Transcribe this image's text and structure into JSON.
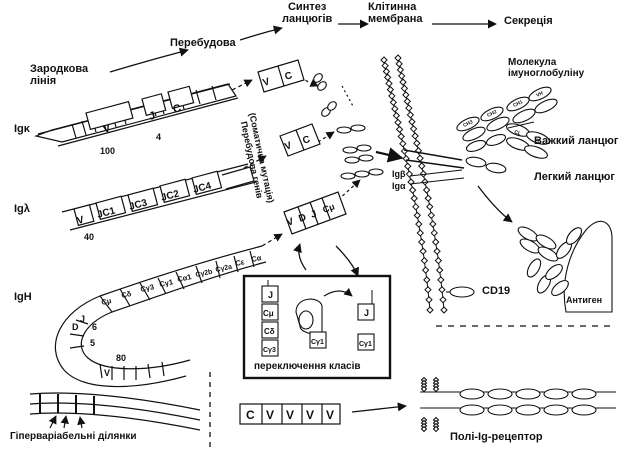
{
  "stages": {
    "germline": "Зародкова\nлінія",
    "rearrangement": "Перебудова",
    "chain_synthesis": "Синтез\nланцюгів",
    "cell_membrane": "Клітинна\nмембрана",
    "secretion": "Секреція"
  },
  "loci": {
    "kappa": "Igκ",
    "lambda": "Igλ",
    "heavy": "IgH"
  },
  "kappa_segments": [
    "V",
    "J",
    "C"
  ],
  "kappa_numbers": [
    "100",
    "4"
  ],
  "lambda_segments": [
    "V",
    "JC1",
    "JC3",
    "JC2",
    "JC4"
  ],
  "lambda_number": "40",
  "heavy_constant": [
    "Cμ",
    "Cδ",
    "Cγ3",
    "Cγ1",
    "Cα1",
    "Cγ2b",
    "Cγ2a",
    "Cε",
    "Cα"
  ],
  "heavy_numbers": [
    "6",
    "D",
    "5",
    "80"
  ],
  "heavy_v": "V",
  "heavy_j": "J",
  "somatic_text": "(Соматична мутація)\nПеребудова генів",
  "rearranged_kappa": [
    "V",
    "C"
  ],
  "rearranged_lambda": [
    "V",
    "C"
  ],
  "rearranged_heavy": [
    "V",
    "D",
    "J",
    "Cμ"
  ],
  "class_switch": {
    "label": "переключення класів",
    "left_genes": [
      "J",
      "Cμ",
      "Cδ",
      "Cγ3",
      "Cγ1"
    ],
    "right_genes": [
      "J",
      "Cγ1"
    ]
  },
  "receptor": {
    "ig_beta": "Igβ",
    "ig_alpha": "Igα",
    "cd19": "CD19"
  },
  "molecule": {
    "title": "Молекула\nімуноглобуліну",
    "heavy_chain": "Важкий ланцюг",
    "light_chain": "Легкий ланцюг",
    "antigen": "Антиген",
    "domains": [
      "CH3",
      "CH2",
      "CH1",
      "VH",
      "CL",
      "VL"
    ]
  },
  "hypervariable": "Гіперваріабельні ділянки",
  "poly_ig": {
    "segments": [
      "C",
      "V",
      "V",
      "V",
      "V"
    ],
    "label": "Полі-Ig-рецептор"
  },
  "colors": {
    "ink": "#111111",
    "paper": "#ffffff"
  }
}
